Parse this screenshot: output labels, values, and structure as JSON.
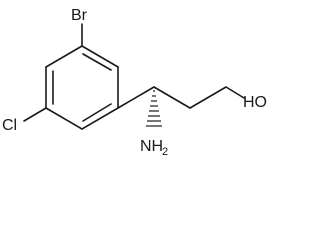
{
  "molecule": {
    "atoms": {
      "br": "Br",
      "cl": "Cl",
      "oh": "HO",
      "amine_main": "NH",
      "amine_sub": "2"
    }
  }
}
